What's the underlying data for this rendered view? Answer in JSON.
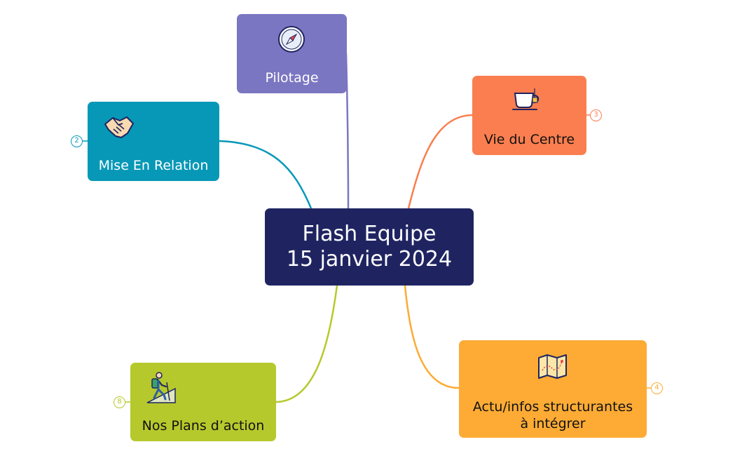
{
  "central": {
    "line1": "Flash Equipe",
    "line2": "15 janvier 2024",
    "color": "#1f2461"
  },
  "topics": {
    "pilotage": {
      "label": "Pilotage",
      "icon": "compass-icon",
      "color": "#7b76c1"
    },
    "mise_en_relation": {
      "label": "Mise En Relation",
      "icon": "handshake-icon",
      "color": "#0798b7",
      "count": "2"
    },
    "vie_du_centre": {
      "label": "Vie du Centre",
      "icon": "teacup-icon",
      "color": "#fa7e4f",
      "count": "3"
    },
    "actu": {
      "line1": "Actu/infos structurantes",
      "line2": "à intégrer",
      "icon": "map-icon",
      "color": "#fdab35",
      "count": "4"
    },
    "plans": {
      "label": "Nos Plans d’action",
      "icon": "hiker-icon",
      "color": "#b6c92c",
      "count": "8"
    }
  }
}
